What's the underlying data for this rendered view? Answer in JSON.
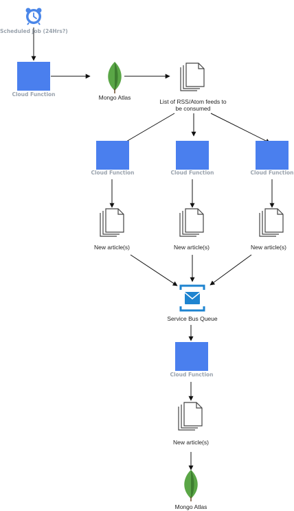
{
  "colors": {
    "cloud_function": "#4a7fee",
    "mongo_leaf": "#5aa646",
    "mongo_leaf_dark": "#3e7e30",
    "queue_blue": "#1e84d0",
    "alarm_blue": "#4a86e8",
    "arrow": "#111111",
    "doc_outline": "#444444"
  },
  "icons": {
    "scheduler": "alarm-clock-icon",
    "cloud_function": "cloud-function-square-icon",
    "database": "mongodb-leaf-icon",
    "documents": "document-stack-icon",
    "queue": "service-bus-queue-icon"
  },
  "nodes": {
    "scheduled_job": {
      "label": "Scheduled Job (24Hrs?)"
    },
    "cloud_function_main": {
      "label": "Cloud Function"
    },
    "mongo_atlas_top": {
      "label": "Mongo Atlas"
    },
    "rss_feeds": {
      "label": "List of RSS/Atom feeds to be consumed"
    },
    "cloud_function_left": {
      "label": "Cloud Function"
    },
    "cloud_function_center": {
      "label": "Cloud Function"
    },
    "cloud_function_right": {
      "label": "Cloud Function"
    },
    "articles_left": {
      "label": "New article(s)"
    },
    "articles_center": {
      "label": "New article(s)"
    },
    "articles_right": {
      "label": "New article(s)"
    },
    "service_bus_queue": {
      "label": "Service Bus Queue"
    },
    "cloud_function_bottom": {
      "label": "Cloud Function"
    },
    "articles_bottom": {
      "label": "New article(s)"
    },
    "mongo_atlas_bottom": {
      "label": "Mongo Atlas"
    }
  }
}
